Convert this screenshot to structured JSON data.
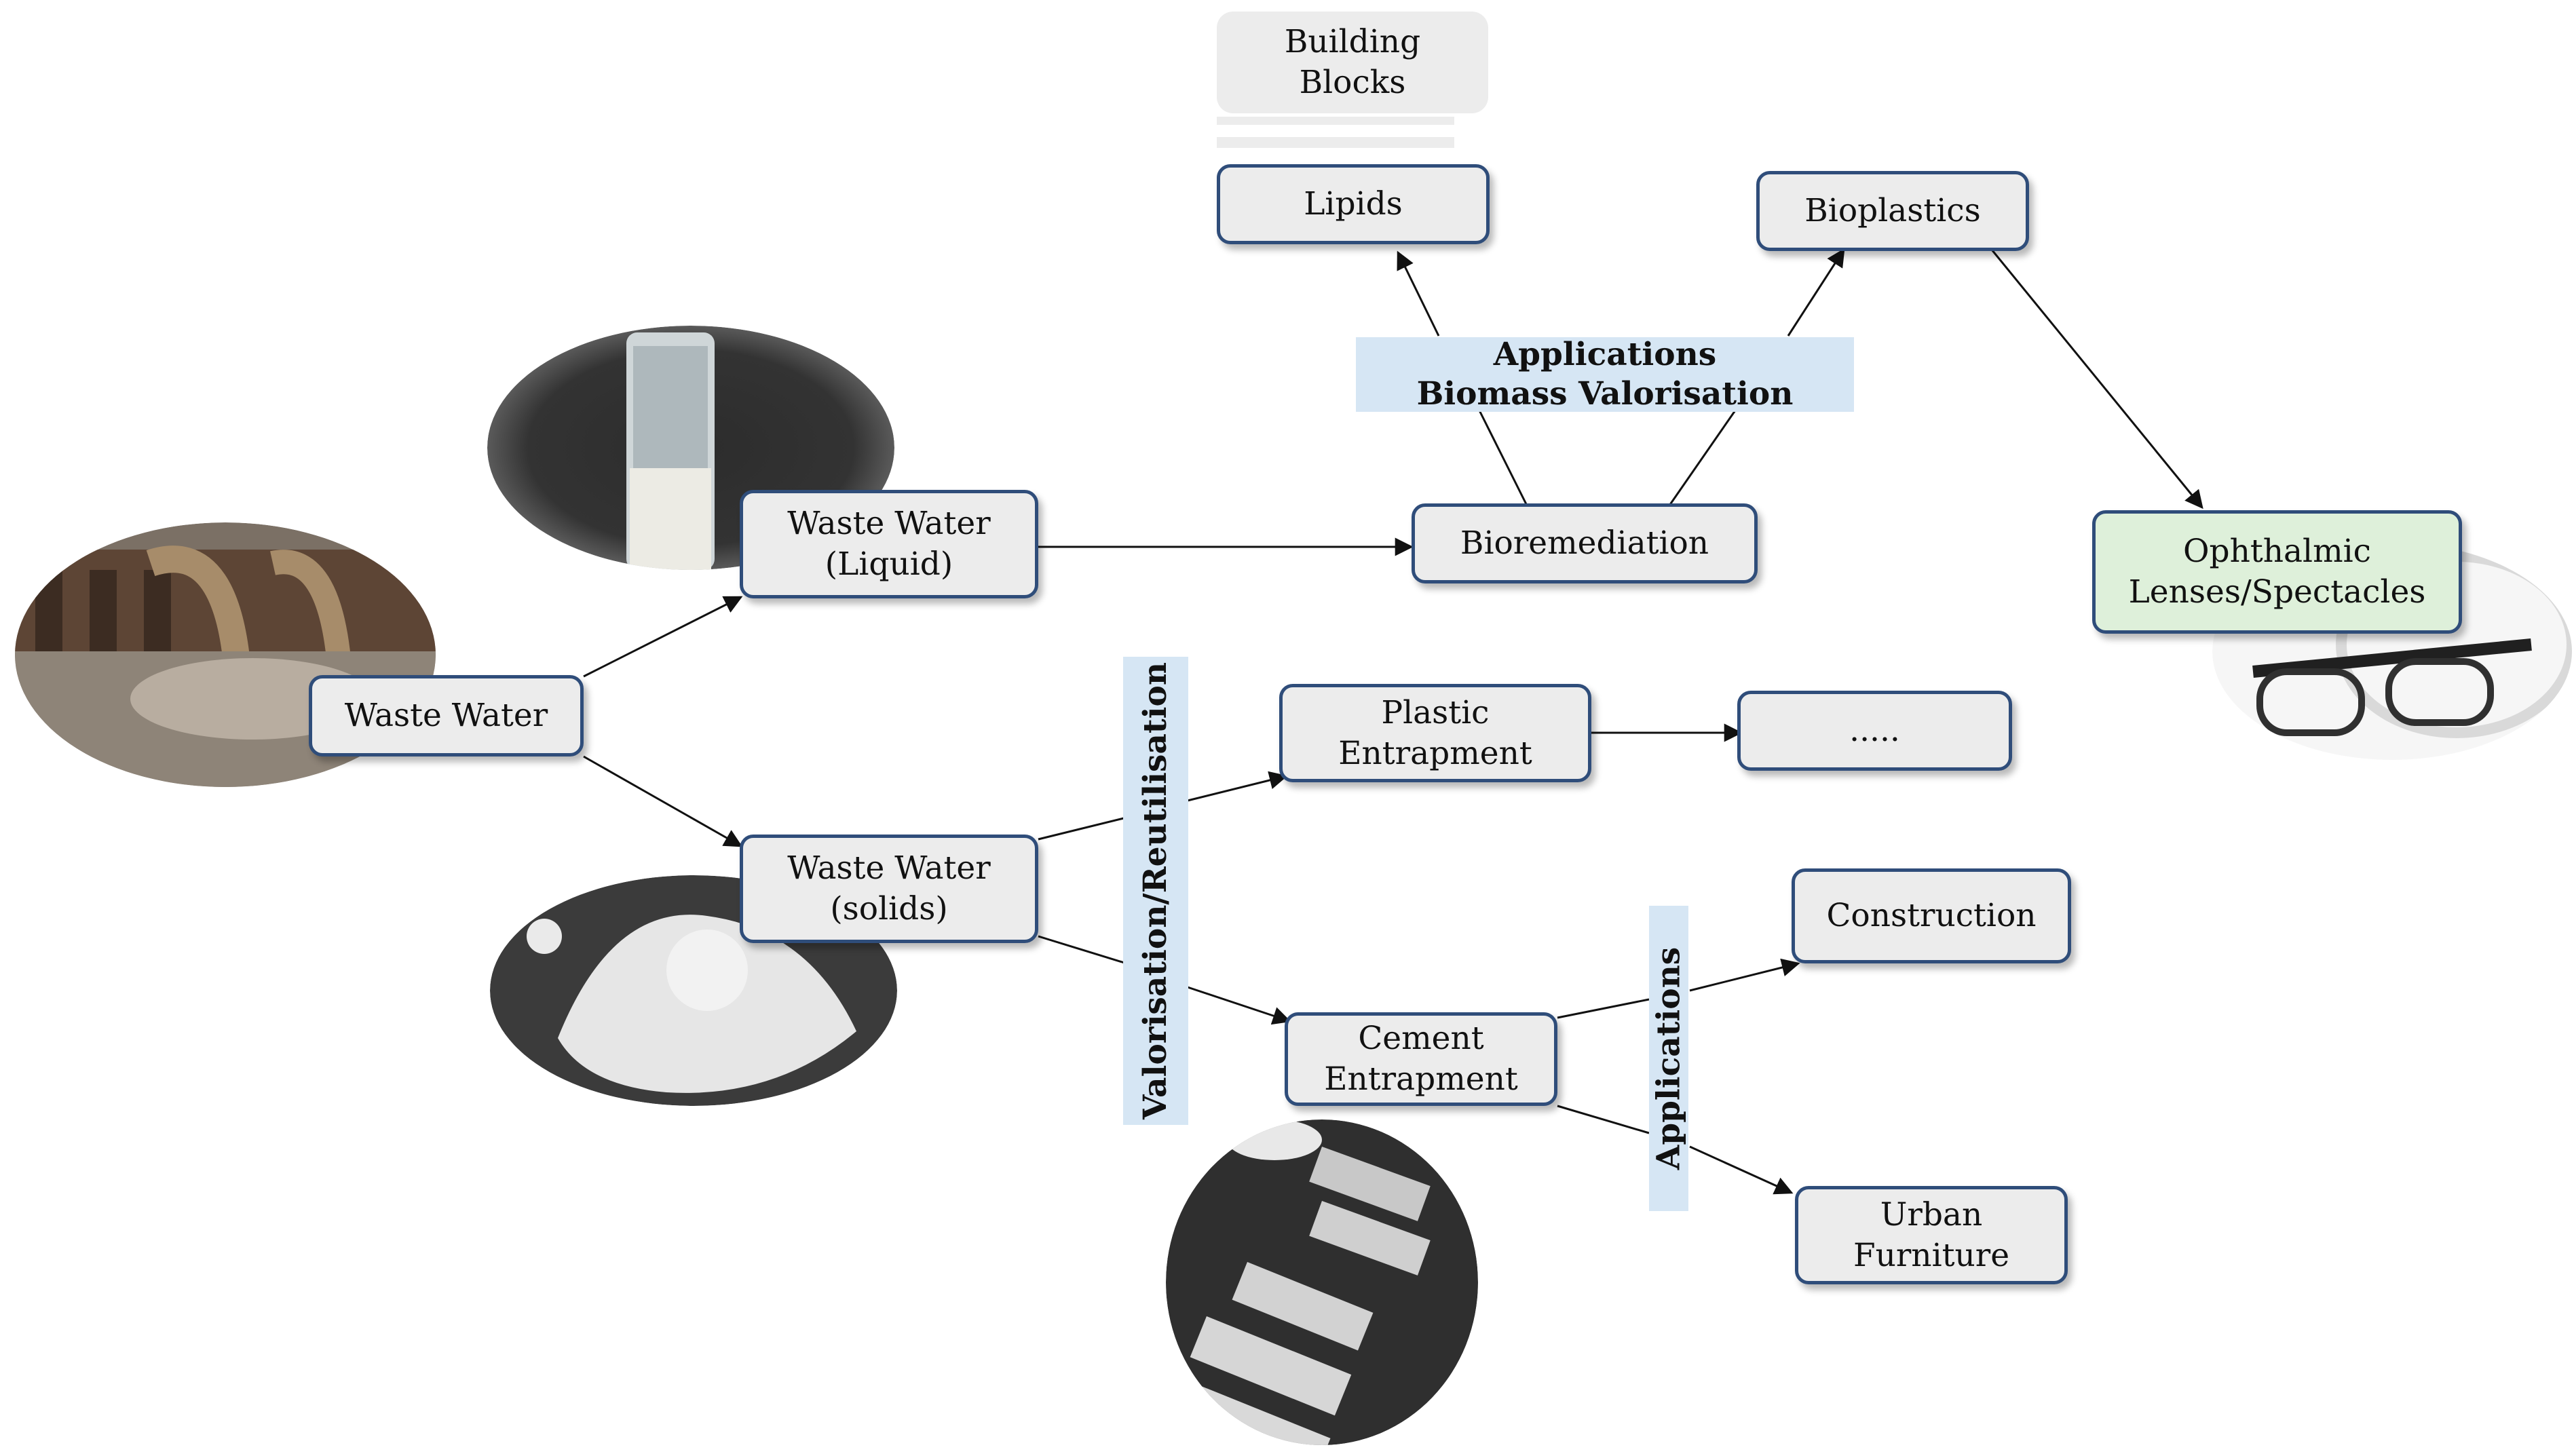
{
  "nodes": {
    "building_blocks": "Building\nBlocks",
    "lipids": "Lipids",
    "bioplastics": "Bioplastics",
    "waste_water_liquid": "Waste Water\n(Liquid)",
    "bioremediation": "Bioremediation",
    "ophthalmic": "Ophthalmic\nLenses/Spectacles",
    "waste_water": "Waste Water",
    "plastic_entrapment": "Plastic\nEntrapment",
    "ellipsis": ".....",
    "waste_water_solids": "Waste Water\n(solids)",
    "construction": "Construction",
    "cement_entrapment": "Cement\nEntrapment",
    "urban_furniture": "Urban\nFurniture"
  },
  "labels": {
    "applications_biomass": "Applications\nBiomass Valorisation",
    "valorisation": "Valorisation/Reutilisation",
    "applications": "Applications"
  },
  "colors": {
    "node_border": "#2f4d7a",
    "node_fill": "#ececec",
    "highlight_fill": "#def0da",
    "band_fill": "#d6e6f4"
  }
}
